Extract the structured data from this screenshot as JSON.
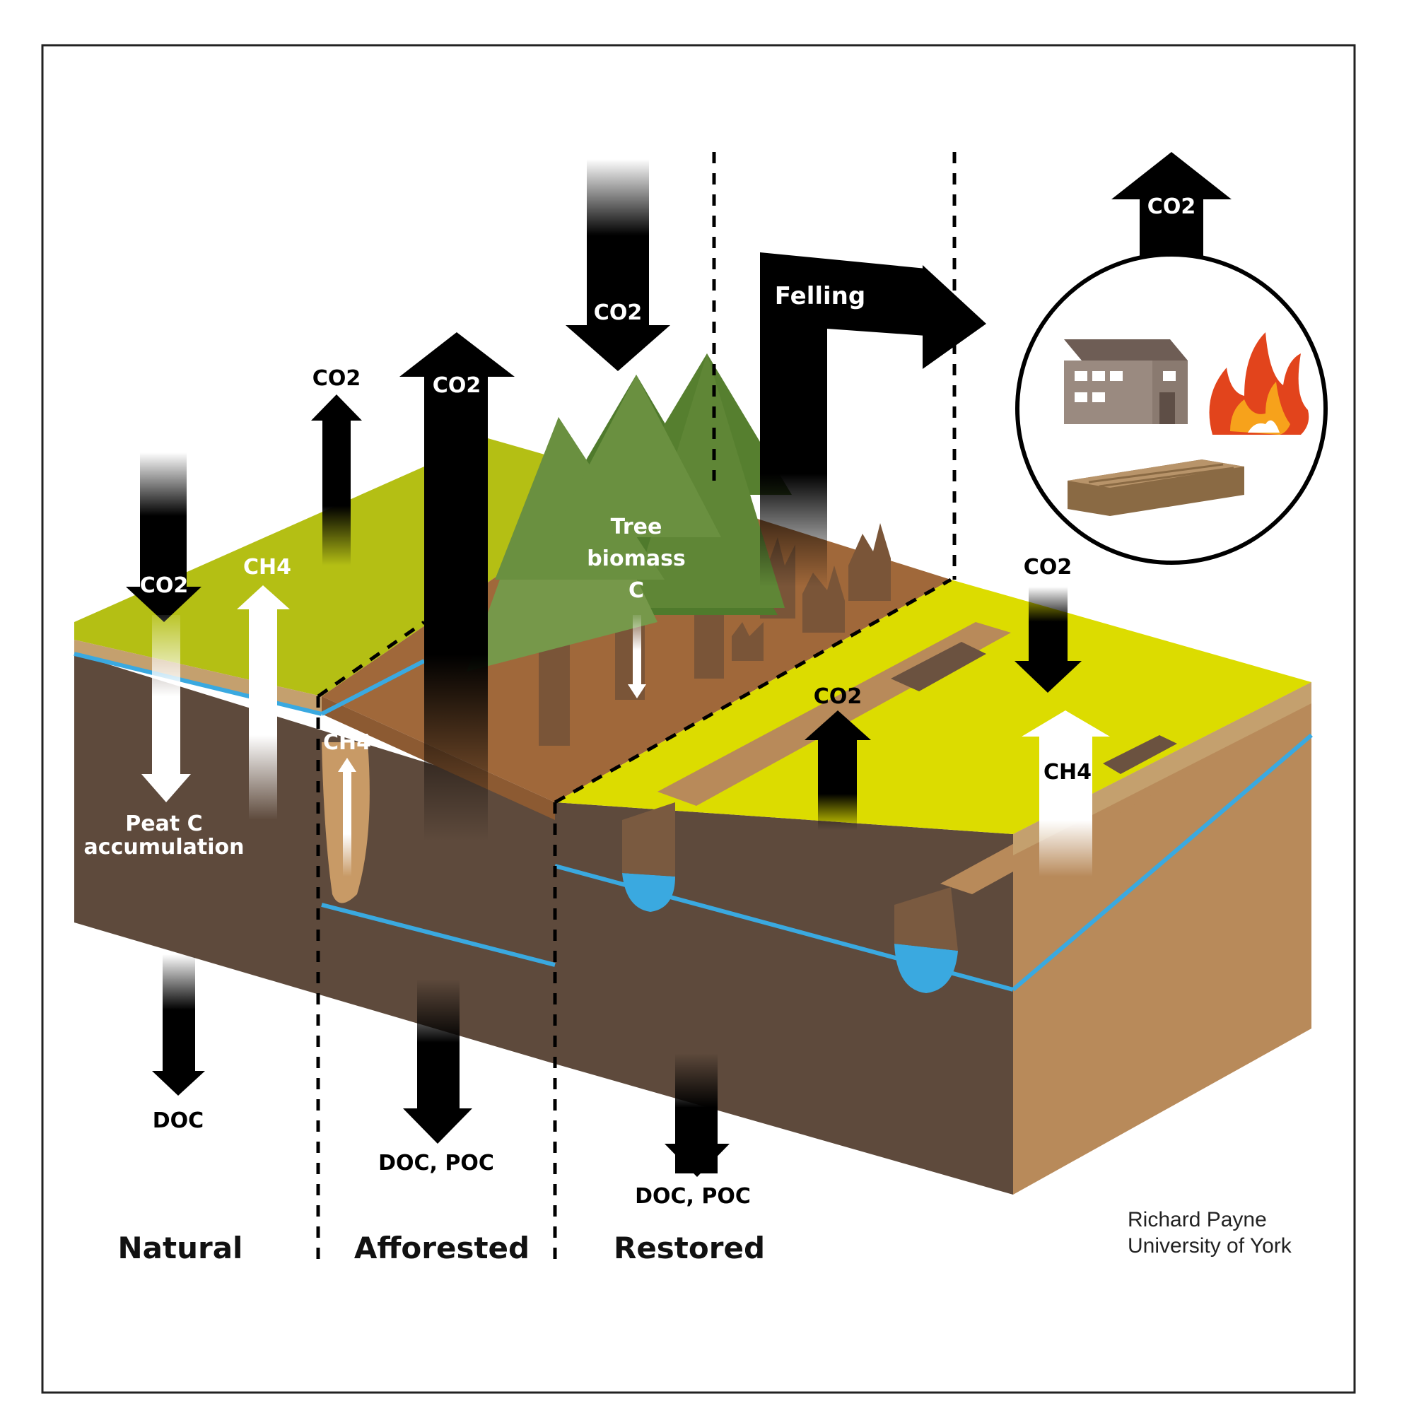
{
  "labels": {
    "co2_natural_down": "CO2",
    "ch4_natural_up": "CH4",
    "co2_natural_up": "CO2",
    "peat_accumulation_line1": "Peat C",
    "peat_accumulation_line2": "accumulation",
    "doc_natural": "DOC",
    "ch4_afforested_drain": "CH4",
    "co2_afforested_up": "CO2",
    "co2_afforested_down": "CO2",
    "tree_biomass_line1": "Tree",
    "tree_biomass_line2": "biomass",
    "tree_biomass_line3": "C",
    "felling": "Felling",
    "co2_products": "CO2",
    "doc_poc_afforested": "DOC, POC",
    "co2_restored_up": "CO2",
    "co2_restored_down": "CO2",
    "ch4_restored_up": "CH4",
    "doc_poc_restored": "DOC, POC"
  },
  "sections": {
    "natural": "Natural",
    "afforested": "Afforested",
    "restored": "Restored"
  },
  "credit": {
    "line1": "Richard Payne",
    "line2": "University of York"
  },
  "colors": {
    "grass_natural": "#b4bf14",
    "grass_restored": "#dcdc00",
    "peat_dark": "#5e4a3c",
    "peat_light": "#b88a5a",
    "brown_ground": "#a0683a",
    "water": "#3aa9e0",
    "tree_dark": "#4f7a2c",
    "tree_light": "#76984a",
    "arrow": "#000000"
  },
  "icons": [
    "house-icon",
    "fire-icon",
    "timber-plank-icon"
  ]
}
